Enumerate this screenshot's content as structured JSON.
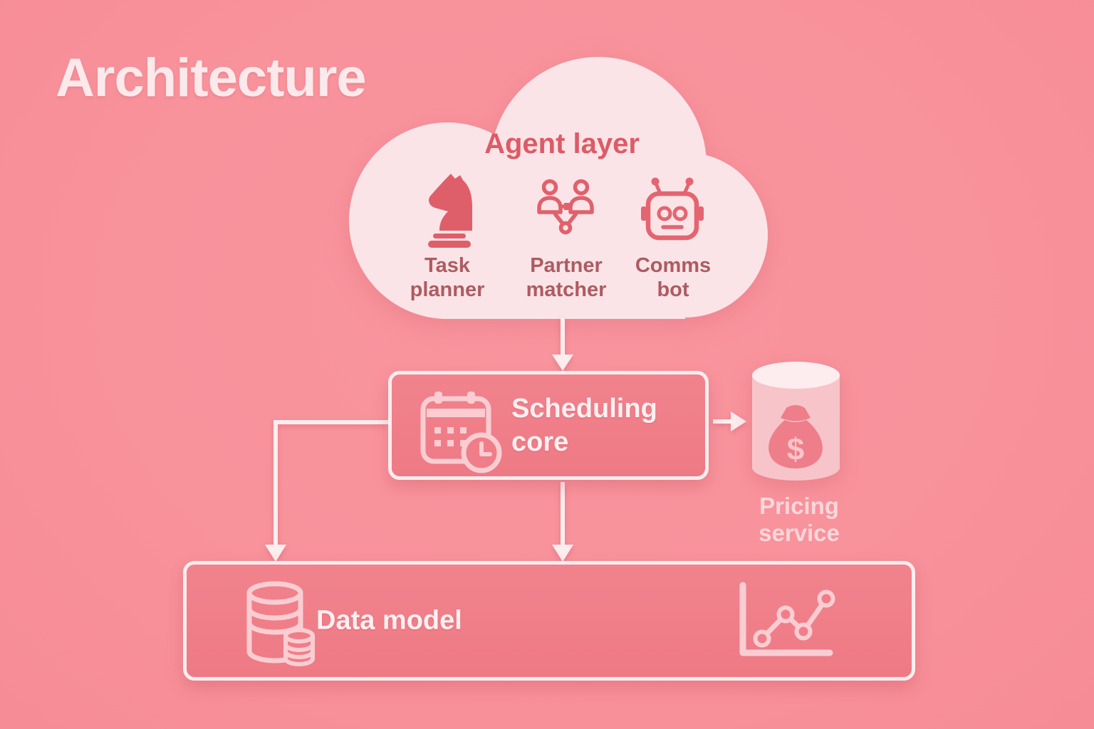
{
  "title": "Architecture",
  "agent_layer": {
    "label": "Agent layer",
    "components": [
      {
        "icon": "knight-icon",
        "line1": "Task",
        "line2": "planner"
      },
      {
        "icon": "partner-network-icon",
        "line1": "Partner",
        "line2": "matcher"
      },
      {
        "icon": "robot-icon",
        "line1": "Comms",
        "line2": "bot"
      }
    ]
  },
  "scheduling_core": {
    "icon": "calendar-clock-icon",
    "line1": "Scheduling",
    "line2": "core"
  },
  "pricing_service": {
    "icon": "money-bag-icon",
    "line1": "Pricing",
    "line2": "service",
    "currency_symbol": "$"
  },
  "data_model": {
    "label": "Data model",
    "icons": [
      "database-icon",
      "line-chart-icon"
    ]
  },
  "colors": {
    "background": "#F8929B",
    "cloud_fill": "#FBE4E7",
    "title_text": "#FBE9EB",
    "agent_label_text": "#DC5B66",
    "agent_icon_red": "#DE5F6A",
    "agent_sublabel_text": "#AD5B62",
    "box_fill": "#F07E88",
    "box_border": "#FCEDEF",
    "box_text": "#FDF0F2",
    "box_icon_light": "#F9CDD2",
    "connector": "#FCEDEF",
    "cylinder_body": "#F7C4CA",
    "cylinder_top": "#FDEDEF",
    "money_bag": "#EE7E89",
    "pricing_text": "#FAD7DB"
  }
}
